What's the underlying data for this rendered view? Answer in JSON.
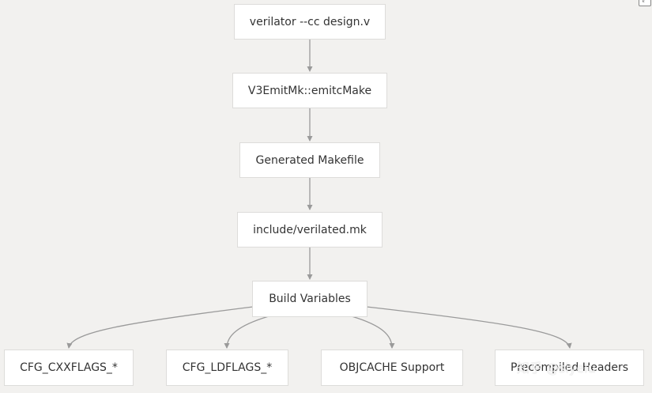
{
  "nodes": {
    "cmd": "verilator --cc design.v",
    "emit": "V3EmitMk::emitcMake",
    "makefile": "Generated Makefile",
    "verilated_mk": "include/verilated.mk",
    "build_vars": "Build Variables",
    "cxxflags": "CFG_CXXFLAGS_*",
    "ldflags": "CFG_LDFLAGS_*",
    "objcache": "OBJCACHE Support",
    "precompiled": "Precompiled Headers"
  },
  "watermark": "知乎 @siyeiu",
  "colors": {
    "background": "#f2f1ef",
    "node_fill": "#ffffff",
    "node_border": "#dddcda",
    "edge": "#9a9a9a",
    "text": "#333333"
  }
}
